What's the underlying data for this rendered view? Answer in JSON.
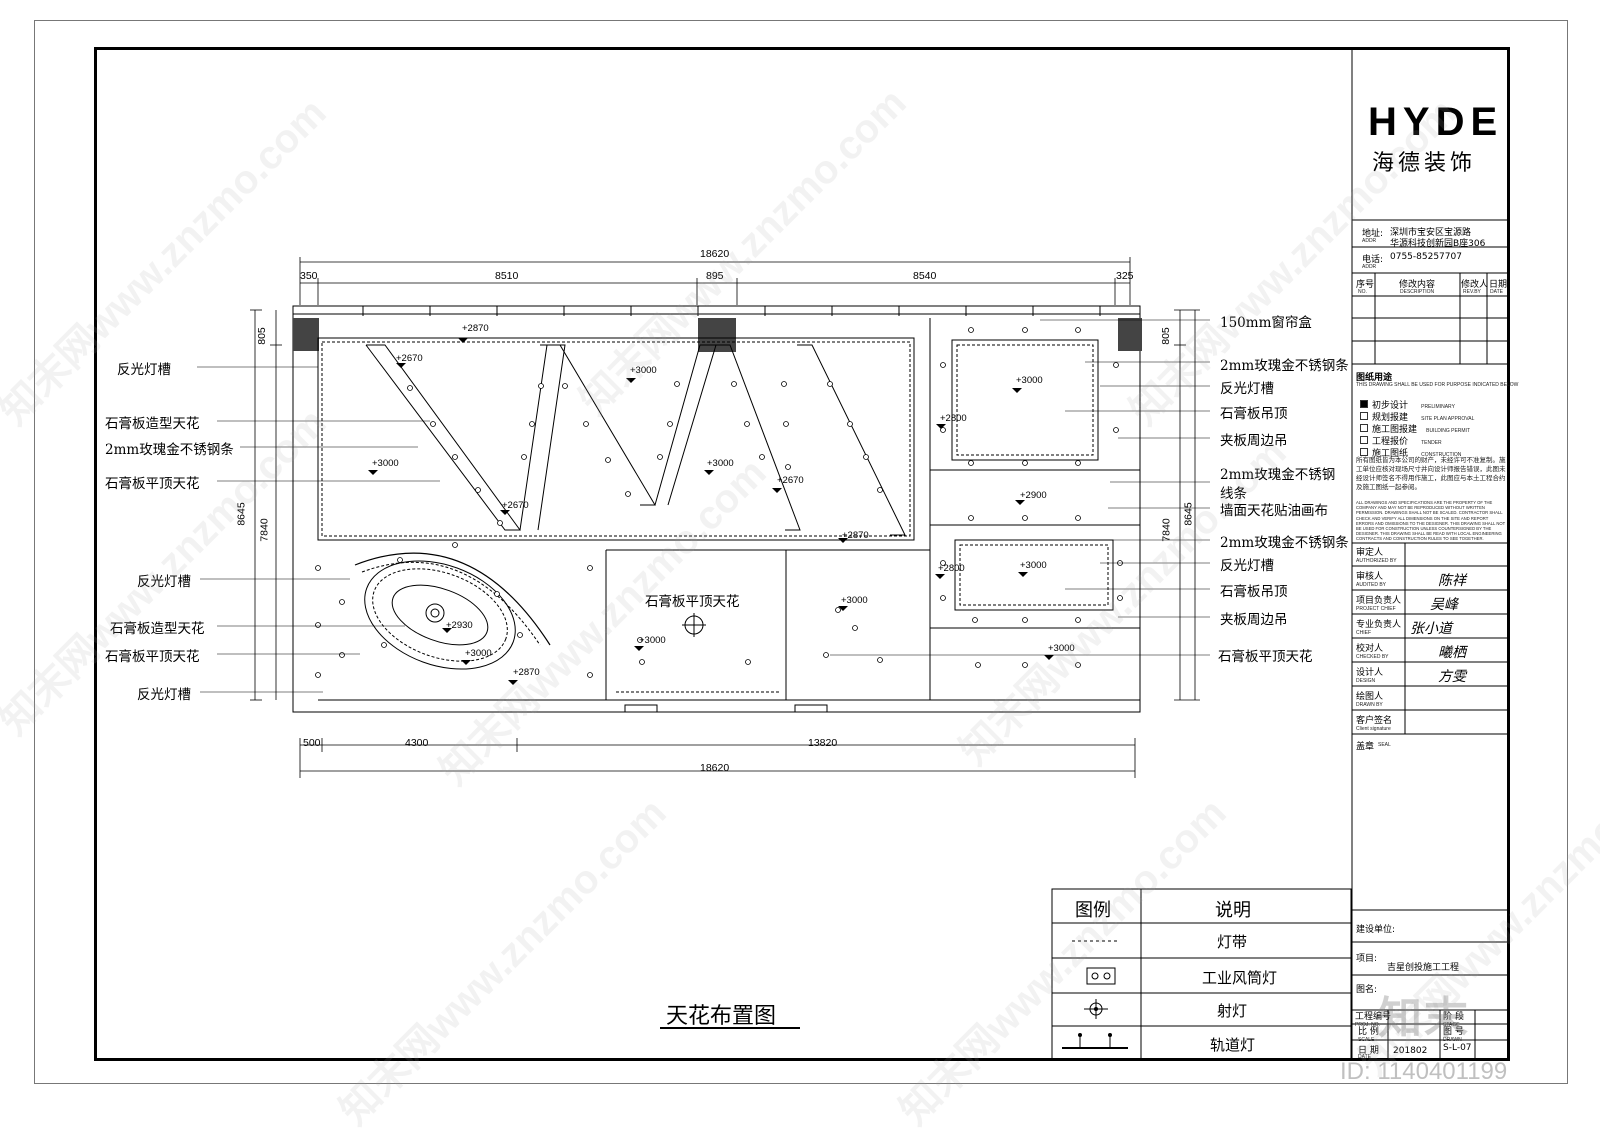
{
  "drawing": {
    "title": "天花布置图",
    "dimensions": {
      "top_total": "18620",
      "top_segments": [
        "350",
        "8510",
        "895",
        "8540",
        "325"
      ],
      "bottom_segments": [
        "500",
        "4300",
        "13820"
      ],
      "bottom_total": "18620",
      "left_top": "805",
      "left_main": "8645",
      "left_inner": "7840",
      "right_top": "805",
      "right_main": "8645",
      "right_inner": "7840"
    },
    "left_labels": [
      "反光灯槽",
      "石膏板造型天花",
      "2mm玫瑰金不锈钢条",
      "石膏板平顶天花",
      "反光灯槽",
      "石膏板造型天花",
      "石膏板平顶天花",
      "反光灯槽"
    ],
    "right_labels": [
      "150mm窗帘盒",
      "2mm玫瑰金不锈钢条",
      "反光灯槽",
      "石膏板吊顶",
      "夹板周边吊",
      "2mm玫瑰金不锈钢",
      "线条",
      "墙面天花贴油画布",
      "2mm玫瑰金不锈钢条",
      "反光灯槽",
      "石膏板吊顶",
      "夹板周边吊",
      "石膏板平顶天花"
    ],
    "center_label": "石膏板平顶天花",
    "elevations": [
      "+2870",
      "+2670",
      "+3000",
      "+3000",
      "+3000",
      "+2670",
      "+2670",
      "+3000",
      "+2800",
      "+2900",
      "+2870",
      "+2800",
      "+3000",
      "+3000",
      "+2930",
      "+3000",
      "+2870",
      "+3000",
      "+3000",
      "+3000"
    ]
  },
  "legend": {
    "header_symbol": "图例",
    "header_desc": "说明",
    "rows": [
      {
        "symbol": "dashed-line",
        "desc": "灯带"
      },
      {
        "symbol": "industrial-duct-light-icon",
        "desc": "工业风筒灯"
      },
      {
        "symbol": "spotlight-icon",
        "desc": "射灯"
      },
      {
        "symbol": "track-light-icon",
        "desc": "轨道灯"
      }
    ]
  },
  "title_block": {
    "logo": "HYDE",
    "company": "海德装饰",
    "addr_label": "地址:",
    "addr_label_en": "ADDR",
    "addr_line1": "深圳市宝安区宝源路",
    "addr_line2": "华源科技创新园B座306",
    "tel_label": "电话:",
    "tel_label_en": "ADDR",
    "tel": "0755-85257707",
    "rev_header": {
      "no": "序号",
      "no_en": "NO.",
      "desc": "修改内容",
      "desc_en": "DESCRIPTION",
      "rev_by": "修改人",
      "rev_by_en": "REV.BY",
      "date": "日期",
      "date_en": "DATE"
    },
    "purpose_title": "图纸用途",
    "purpose_note": "THIS DRAWING SHALL BE USED FOR PURPOSE INDICATED BELOW",
    "purposes": [
      {
        "cn": "初步设计",
        "en": "PRELIMINARY",
        "checked": true
      },
      {
        "cn": "规划报建",
        "en": "SITE PLAN APPROVAL",
        "checked": false
      },
      {
        "cn": "施工图报建",
        "en": "BUILDING PERMIT",
        "checked": false
      },
      {
        "cn": "工程报价",
        "en": "TENDER",
        "checked": false
      },
      {
        "cn": "施工图纸",
        "en": "CONSTRUCTION",
        "checked": false
      }
    ],
    "copyright_cn": "所有图纸皆为本公司的财产，未经许可不准复制。施工单位应核对现场尺寸并向设计师报告错误，此图未经设计师签名不得用作施工，此图应与本土工程合约及施工图纸一起参阅。",
    "copyright_en": "ALL DRAWINGS AND SPECIFICATIONS ARE THE PROPERTY OF THE COMPANY AND MAY NOT BE REPRODUCED WITHOUT WRITTEN PERMISSION. DRAWINGS SHALL NOT BE SCALED. CONTRACTOR SHALL CHECK AND VERIFY ALL DIMENSIONS ON THE SITE AND REPORT ERRORS AND OMISSIONS TO THE DESIGNER. THIS DRAWING SHALL NOT BE USED FOR CONSTRUCTION UNLESS COUNTERSIGNED BY THE DESIGNER. THIS DRAWING SHALL BE READ WITH LOCAL ENGINEERING CONTRACTS AND CONSTRUCTION RULES TO SEE TOGETHER.",
    "roles": [
      {
        "cn": "审定人",
        "en": "AUTHORIZED BY",
        "sign": ""
      },
      {
        "cn": "审核人",
        "en": "AUDITED BY",
        "sign": "陈祥"
      },
      {
        "cn": "项目负责人",
        "en": "PROJECT CHIEF",
        "sign": "吴峰"
      },
      {
        "cn": "专业负责人",
        "en": "CHIEF",
        "sign": "张小道"
      },
      {
        "cn": "校对人",
        "en": "CHECKED BY",
        "sign": "曦栖"
      },
      {
        "cn": "设计人",
        "en": "DESIGN",
        "sign": "方雯"
      },
      {
        "cn": "绘图人",
        "en": "DRAWN BY",
        "sign": ""
      },
      {
        "cn": "客户签名",
        "en": "Client signature",
        "sign": ""
      }
    ],
    "seal_label": "盖章",
    "seal_label_en": "SEAL",
    "client_label": "建设单位:",
    "project_label": "项目:",
    "project_name": "吉星创投施工工程",
    "drawing_name_label": "图名:",
    "project_no_label": "工程编号",
    "project_no_en": "PROJ. NO.",
    "stage_label": "阶 段",
    "stage_en": "STAGE",
    "scale_label": "比 例",
    "scale_en": "SCALE",
    "drawing_no_label": "图 号",
    "drawing_no_en": "DRAWN",
    "date_label": "日 期",
    "date_en": "DATE",
    "date": "201802",
    "drawing_no": "S-L-07"
  },
  "watermarks": {
    "text": "知末网www.znzmo.com",
    "id_text": "ID: 1140401199",
    "brand": "知末"
  }
}
